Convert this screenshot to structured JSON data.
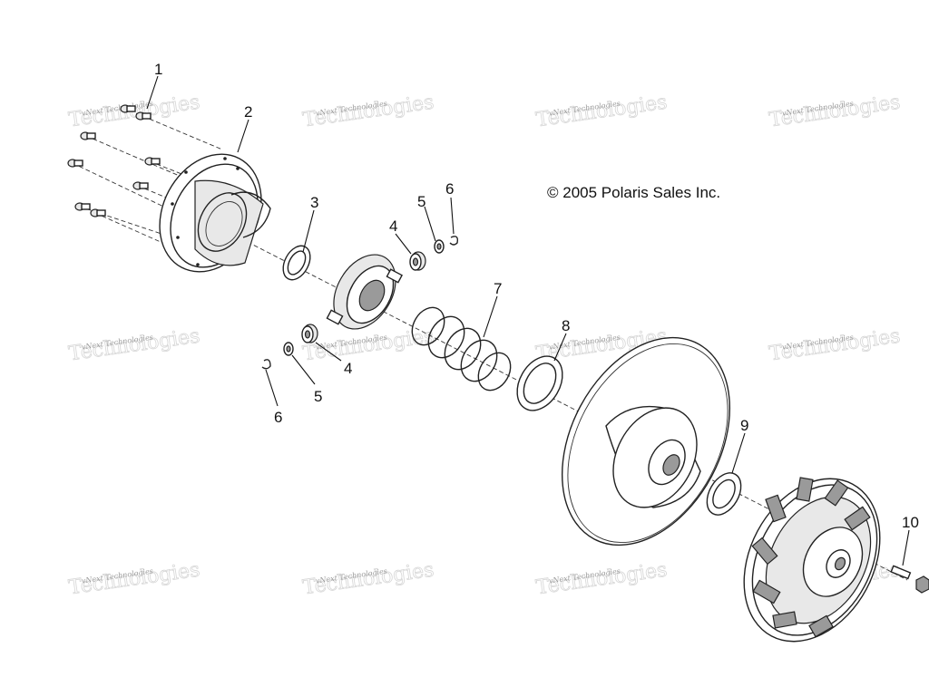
{
  "copyright": "© 2005 Polaris Sales Inc.",
  "watermark": "vNext Technologies",
  "callouts": {
    "c1": "1",
    "c2": "2",
    "c3": "3",
    "c4a": "4",
    "c4b": "4",
    "c5a": "5",
    "c5b": "5",
    "c6a": "6",
    "c6b": "6",
    "c7": "7",
    "c8": "8",
    "c9": "9",
    "c10": "10"
  },
  "colors": {
    "line": "#222222",
    "watermark": "#9a9a9a",
    "background": "#ffffff"
  }
}
